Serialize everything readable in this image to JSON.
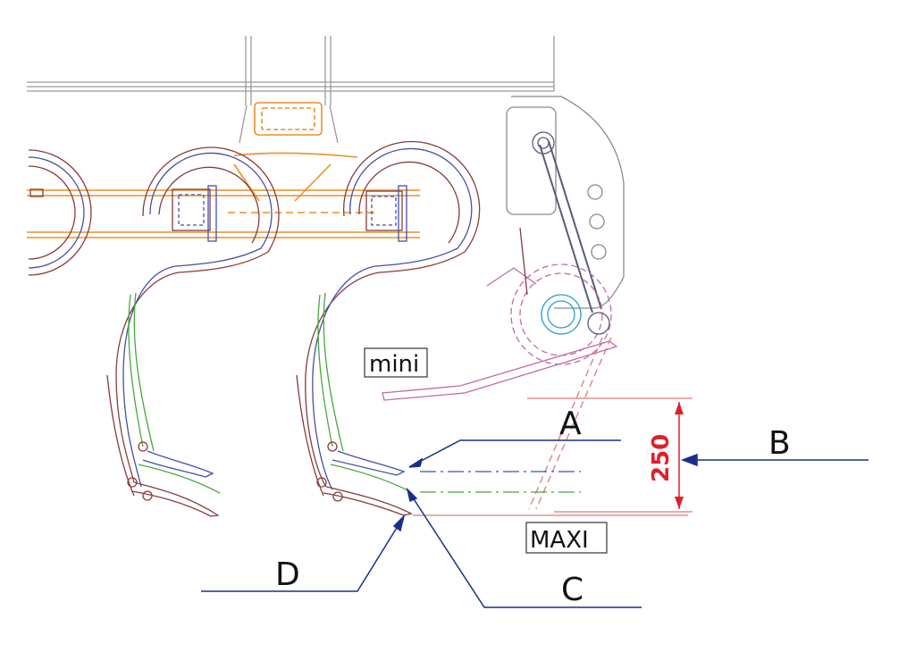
{
  "labels": {
    "callout_a": "A",
    "callout_b": "B",
    "callout_c": "C",
    "callout_d": "D",
    "setting_min": "mini",
    "setting_max": "MAXI",
    "dimension": "250"
  },
  "colors": {
    "frame": "#9a9a9a",
    "tine_outer": "#8a3b3b",
    "tine_inner": "#4450a8",
    "tine_green": "#46a83a",
    "bracket": "#e8902a",
    "roller": "#c46aa8",
    "leader": "#1a2f8c",
    "dimension": "#e0202a",
    "extension": "#e07a7a"
  }
}
